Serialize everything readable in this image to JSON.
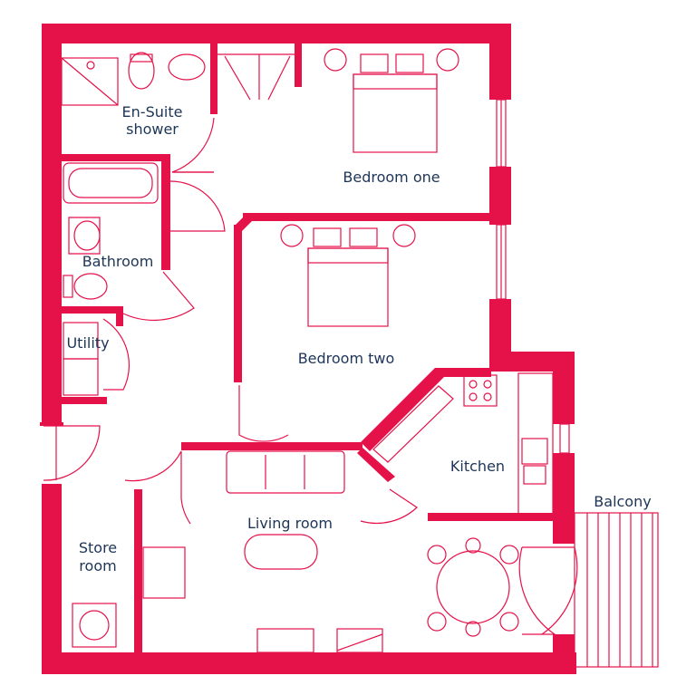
{
  "colors": {
    "wall": "#e5124a",
    "text": "#1d3557",
    "background": "#ffffff"
  },
  "rooms": {
    "ensuite_line1": "En-Suite",
    "ensuite_line2": "shower",
    "bedroom_one": "Bedroom one",
    "bathroom": "Bathroom",
    "bedroom_two": "Bedroom two",
    "utility": "Utility",
    "kitchen": "Kitchen",
    "balcony": "Balcony",
    "living_room": "Living room",
    "store_line1": "Store",
    "store_line2": "room"
  }
}
